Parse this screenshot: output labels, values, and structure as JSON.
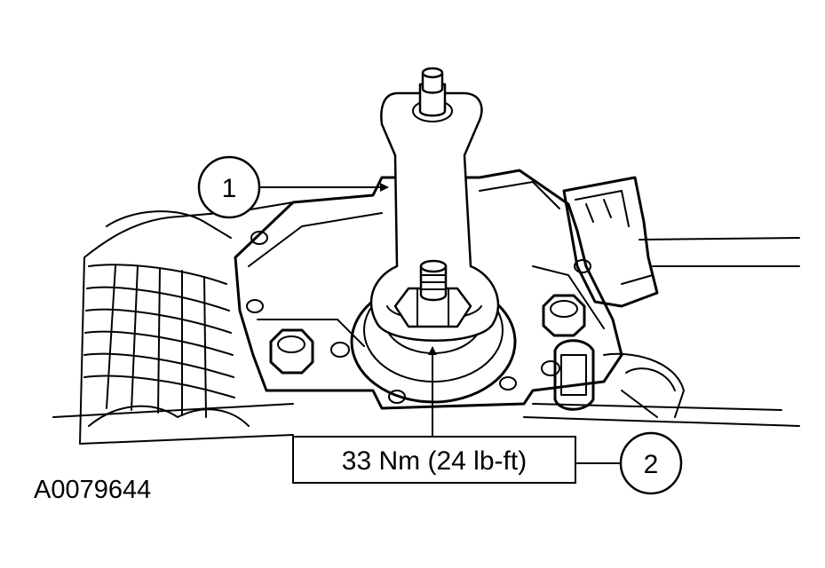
{
  "callouts": [
    {
      "number": "1"
    },
    {
      "number": "2"
    }
  ],
  "torque_spec": "33 Nm (24 lb-ft)",
  "figure_id": "A0079644"
}
